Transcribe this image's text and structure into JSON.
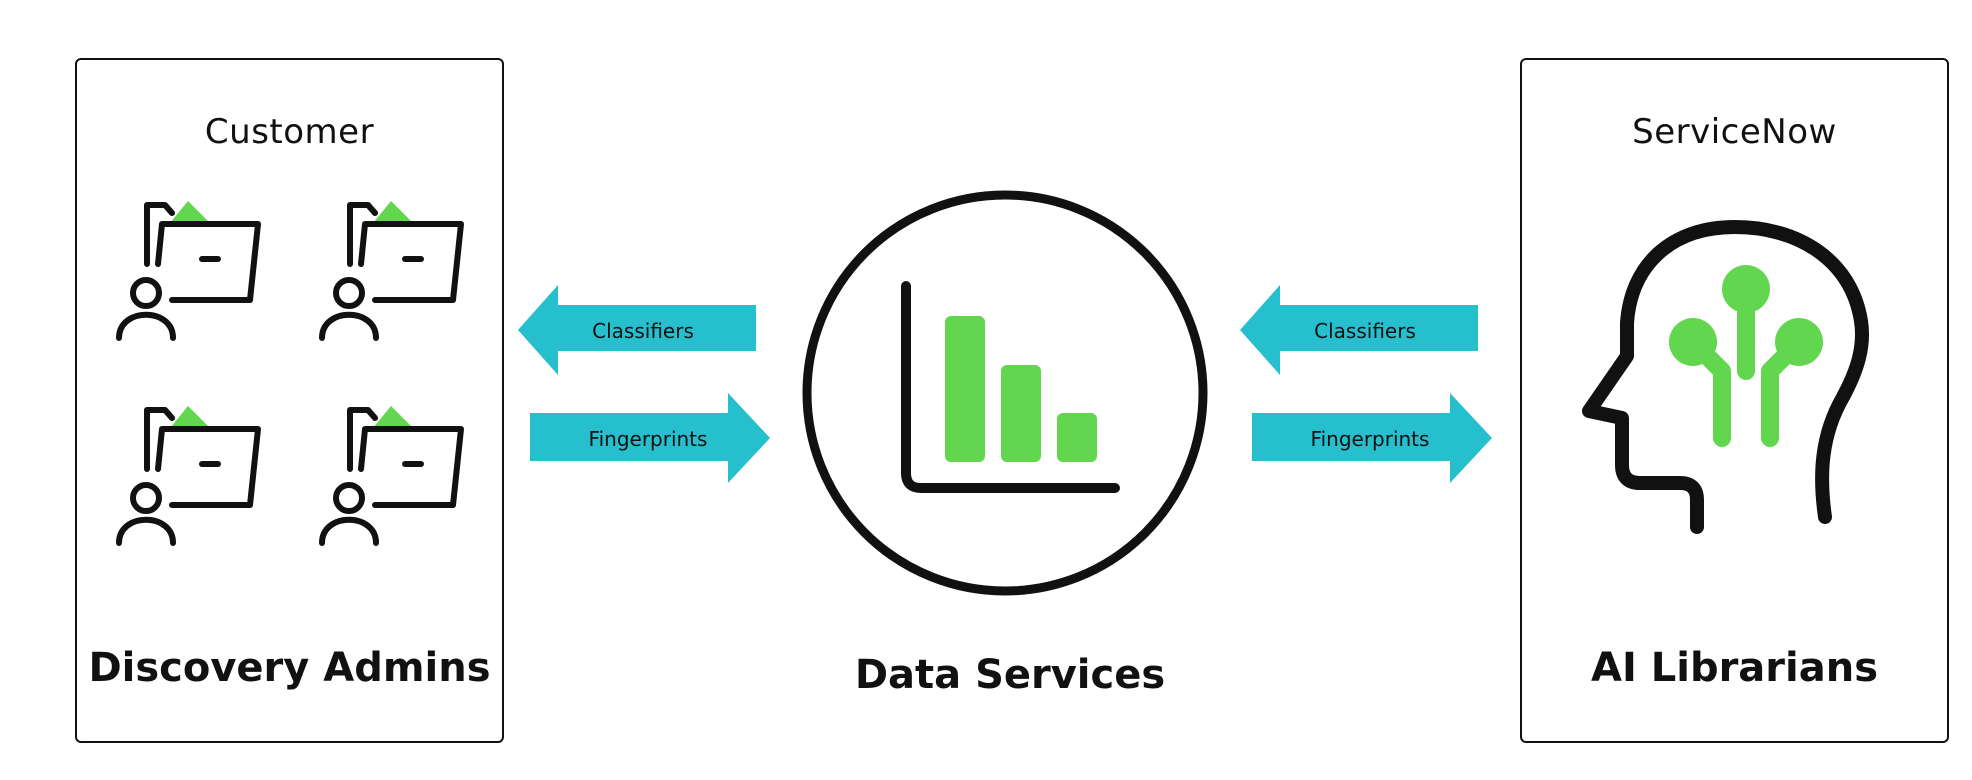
{
  "left_panel": {
    "label": "Customer",
    "title": "Discovery Admins"
  },
  "center": {
    "title": "Data Services"
  },
  "right_panel": {
    "label": "ServiceNow",
    "title": "AI Librarians"
  },
  "arrows": {
    "left_top": "Classifiers",
    "left_bottom": "Fingerprints",
    "right_top": "Classifiers",
    "right_bottom": "Fingerprints"
  },
  "colors": {
    "accent_green": "#62D64E",
    "arrow_teal": "#26BFCE",
    "stroke": "#111111"
  },
  "icons": {
    "admin": "user-folder-icon",
    "data": "bar-chart-icon",
    "ai": "ai-head-icon"
  }
}
